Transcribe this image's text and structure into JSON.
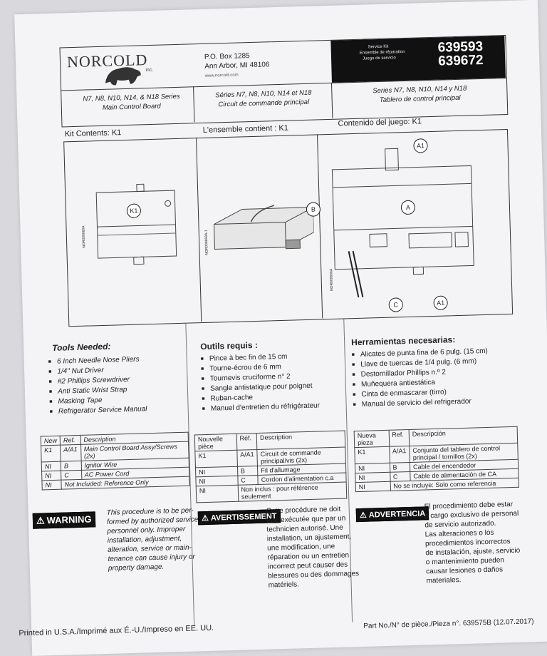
{
  "header": {
    "brand": "NORCOLD",
    "brand_sub": "inc.",
    "address_line1": "P.O. Box 1285",
    "address_line2": "Ann Arbor, MI  48106",
    "website": "www.norcold.com",
    "service_kit_en": "Service Kit",
    "service_kit_fr": "Ensemble de réparation",
    "service_kit_es": "Juego de servicio",
    "kit_number_1": "639593",
    "kit_number_2": "639672"
  },
  "titles": {
    "en_line1": "N7, N8, N10, N14, & N18 Series",
    "en_line2": "Main Control Board",
    "fr_line1": "Séries N7, N8, N10, N14 et N18",
    "fr_line2": "Circuit de commande principal",
    "es_line1": "Series N7, N8, N10, N14 y N18",
    "es_line2": "Tablero de control principal"
  },
  "kit_contents": {
    "en": "Kit Contents: K1",
    "fr": "L'ensemble contient : K1",
    "es": "Contenido del juego: K1"
  },
  "diagram": {
    "label_k1": "K1",
    "label_b": "B",
    "label_a": "A",
    "label_a1_top": "A1",
    "label_a1_bottom": "A1",
    "label_c": "C",
    "code_1": "NOR000666A",
    "code_2": "NOR000668A-1",
    "code_3": "NOR000666A"
  },
  "tools_en": {
    "title": "Tools Needed:",
    "items": [
      "6 Inch Needle Nose Pliers",
      "1/4\" Nut Driver",
      "#2 Phillips Screwdriver",
      "Anti Static Wrist Strap",
      "Masking Tape",
      "Refrigerator Service Manual"
    ]
  },
  "tools_fr": {
    "title": "Outils requis :",
    "items": [
      "Pince à bec fin de 15 cm",
      "Tourne-écrou de 6 mm",
      "Tournevis cruciforme n° 2",
      "Sangle antistatique pour poignet",
      "Ruban-cache",
      "Manuel d'entretien du réfrigérateur"
    ]
  },
  "tools_es": {
    "title": "Herramientas necesarias:",
    "items": [
      "Alicates de punta fina de 6 pulg. (15 cm)",
      "Llave de tuercas de 1/4 pulg. (6 mm)",
      "Destornillador Phillips n.º 2",
      "Muñequera antiestática",
      "Cinta de enmascarar (tirro)",
      "Manual de servicio del refrigerador"
    ]
  },
  "table_en": {
    "headers": [
      "New",
      "Ref.",
      "Description"
    ],
    "rows": [
      [
        "K1",
        "A/A1",
        "Main Control Board Assy/Screws (2x)"
      ],
      [
        "NI",
        "B",
        "Ignitor Wire"
      ],
      [
        "NI",
        "C",
        "AC Power Cord"
      ],
      [
        "NI",
        "",
        "Not Included: Reference Only"
      ]
    ]
  },
  "table_fr": {
    "headers": [
      "Nouvelle pièce",
      "Réf.",
      "Description"
    ],
    "rows": [
      [
        "K1",
        "A/A1",
        "Circuit de commande principal/vis (2x)"
      ],
      [
        "NI",
        "B",
        "Fil d'allumage"
      ],
      [
        "NI",
        "C",
        "Cordon d'alimentation c.a"
      ],
      [
        "NI",
        "",
        "Non inclus : pour référence seulement"
      ]
    ]
  },
  "table_es": {
    "headers": [
      "Nueva pieza",
      "Ref.",
      "Descripción"
    ],
    "rows": [
      [
        "K1",
        "A/A1",
        "Conjunto del tablero de control principal / tornillos (2x)"
      ],
      [
        "NI",
        "B",
        "Cable del encendedor"
      ],
      [
        "NI",
        "C",
        "Cable de alimentación de CA"
      ],
      [
        "NI",
        "",
        "No se incluye: Solo como referencia"
      ]
    ]
  },
  "warnings": {
    "en_label": "WARNING",
    "en_text": [
      "This procedure is to be per-",
      "formed by authorized service",
      "personnel only. Improper",
      "installation, adjustment,",
      "alteration, service or main-",
      "tenance can cause injury or",
      "property damage."
    ],
    "fr_label": "AVERTISSEMENT",
    "fr_text": [
      "Cette procédure ne doit",
      "être exécutée que par un",
      "technicien autorisé. Une",
      "installation, un ajustement,",
      "une modification, une",
      "réparation ou un entretien",
      "incorrect peut causer des",
      "blessures ou des dommages",
      "matériels."
    ],
    "es_label": "ADVERTENCIA",
    "es_text": [
      "El procedimiento debe estar",
      "a cargo exclusivo de personal",
      "de servicio autorizado.",
      "Las alteraciones o los",
      "procedimientos incorrectos",
      "de instalación, ajuste, servicio",
      "o mantenimiento pueden",
      "causar lesiones o daños",
      "materiales."
    ]
  },
  "footer": {
    "printed": "Printed in U.S.A./Imprimé aux É.-U./Impreso en EE. UU.",
    "part_no": "Part No./N° de pièce./Pieza n°. 639575B (12.07.2017)"
  }
}
